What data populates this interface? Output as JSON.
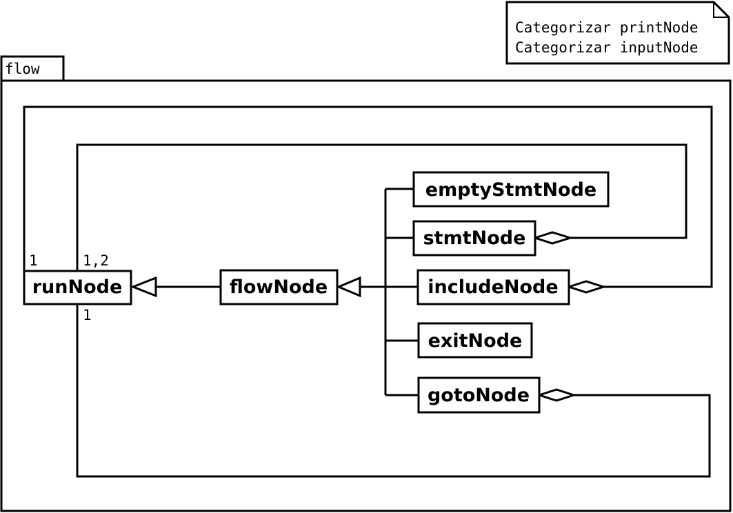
{
  "package": {
    "name": "flow"
  },
  "note": {
    "lines": [
      "Categorizar printNode",
      "Categorizar inputNode"
    ]
  },
  "classes": {
    "runNode": "runNode",
    "flowNode": "flowNode",
    "emptyStmtNode": "emptyStmtNode",
    "stmtNode": "stmtNode",
    "includeNode": "includeNode",
    "exitNode": "exitNode",
    "gotoNode": "gotoNode"
  },
  "multiplicities": {
    "outer_left": "1",
    "middle": "1,2",
    "bottom": "1"
  },
  "relations": [
    {
      "type": "generalization",
      "from": "flowNode",
      "to": "runNode"
    },
    {
      "type": "generalization",
      "from": "emptyStmtNode",
      "to": "flowNode"
    },
    {
      "type": "generalization",
      "from": "stmtNode",
      "to": "flowNode"
    },
    {
      "type": "generalization",
      "from": "includeNode",
      "to": "flowNode"
    },
    {
      "type": "generalization",
      "from": "exitNode",
      "to": "flowNode"
    },
    {
      "type": "generalization",
      "from": "gotoNode",
      "to": "flowNode"
    },
    {
      "type": "aggregation",
      "whole": "stmtNode",
      "part": "runNode"
    },
    {
      "type": "aggregation",
      "whole": "includeNode",
      "part": "runNode"
    },
    {
      "type": "aggregation",
      "whole": "gotoNode",
      "part": "runNode"
    }
  ]
}
